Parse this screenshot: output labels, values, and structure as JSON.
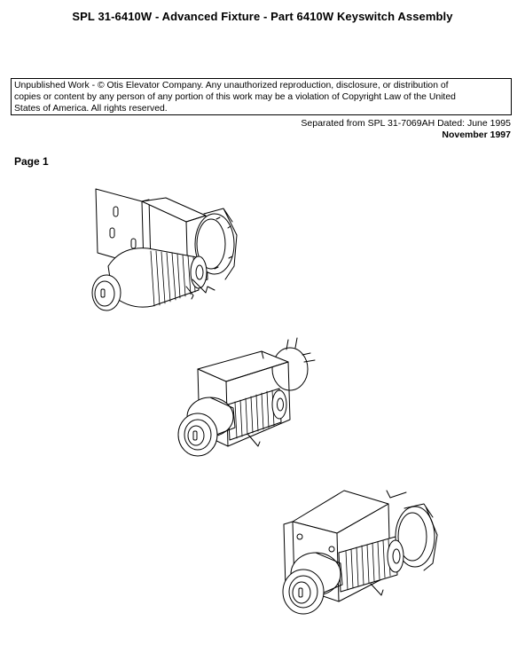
{
  "header": {
    "title": "SPL 31-6410W  -  Advanced Fixture - Part 6410W Keyswitch Assembly"
  },
  "copyright_notice": {
    "lines": [
      "Unpublished Work - © Otis Elevator Company.  Any unauthorized reproduction, disclosure, or distribution of",
      "copies or content by any person of any portion of this work may be a violation of Copyright Law of the United",
      "States of America.  All rights reserved."
    ]
  },
  "separation_note": "Separated from SPL 31-7069AH Dated: June 1995",
  "revision_date": "November 1997",
  "page_label": "Page 1",
  "illustrations": [
    {
      "name": "keyswitch-with-angle-bracket"
    },
    {
      "name": "keyswitch-with-box-bracket"
    },
    {
      "name": "keyswitch-with-flanged-bracket"
    }
  ]
}
